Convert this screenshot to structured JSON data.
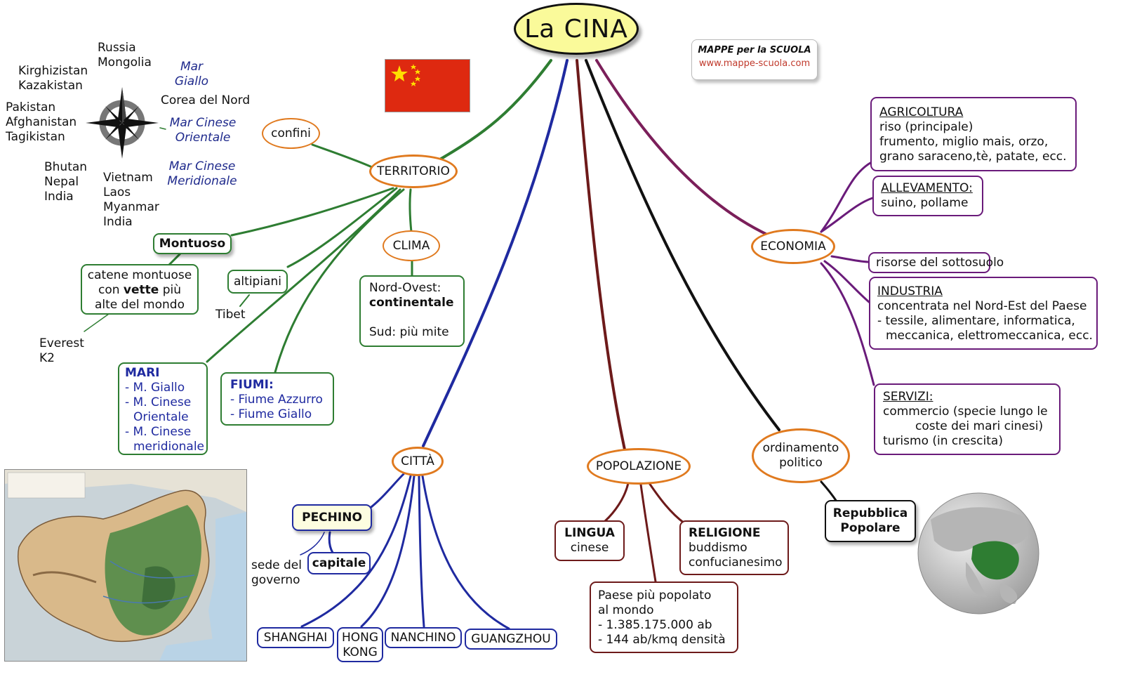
{
  "title": "La CINA",
  "brand": {
    "line1": "MAPPE per la SCUOLA",
    "line2": "www.mappe-scuola.com"
  },
  "colors": {
    "territorio": "#2e7d32",
    "economia": "#7b1f5a",
    "citta": "#1f2aa0",
    "popolazione": "#6d1a1a",
    "ordinamento": "#111111",
    "node_border": "#e07a1f",
    "title_fill": "#fafa9a"
  },
  "icons": [
    "compass-rose-icon",
    "china-flag",
    "china-map",
    "globe-china"
  ],
  "territorio": {
    "label": "TERRITORIO",
    "confini": {
      "label": "confini",
      "north": [
        "Russia",
        "Mongolia"
      ],
      "northwest": [
        "Kirghizistan",
        "Kazakistan"
      ],
      "west": [
        "Pakistan",
        "Afghanistan",
        "Tagikistan"
      ],
      "southwest": [
        "Bhutan",
        "Nepal",
        "India"
      ],
      "south": [
        "Vietnam",
        "Laos",
        "Myanmar",
        "India"
      ],
      "east": [
        "Corea del Nord"
      ],
      "seas": [
        {
          "line1": "Mar",
          "line2": "Giallo"
        },
        {
          "line1": "Mar Cinese",
          "line2": "Orientale"
        },
        {
          "line1": "Mar Cinese",
          "line2": "Meridionale"
        }
      ]
    },
    "montuoso": {
      "label": "Montuoso",
      "desc_1": "catene montuose",
      "desc_2a": "con ",
      "desc_2b": "vette",
      "desc_2c": " più",
      "desc_3": "alte del mondo",
      "peaks": [
        "Everest",
        "K2"
      ]
    },
    "altipiani": {
      "label": "altipiani",
      "example": "Tibet"
    },
    "clima": {
      "label": "CLIMA",
      "line1": "Nord-Ovest:",
      "line2": "continentale",
      "line3": "Sud: più mite"
    },
    "mari": {
      "heading": "MARI",
      "items": [
        "- M. Giallo",
        "- M. Cinese",
        "Orientale",
        "- M. Cinese",
        "meridionale"
      ]
    },
    "fiumi": {
      "heading": "FIUMI:",
      "items": [
        "- Fiume Azzurro",
        "- Fiume Giallo"
      ]
    }
  },
  "economia": {
    "label": "ECONOMIA",
    "agricoltura": {
      "heading": "AGRICOLTURA",
      "lines": [
        "riso (principale)",
        "frumento, miglio mais, orzo,",
        "grano saraceno,tè, patate, ecc."
      ]
    },
    "allevamento": {
      "heading": "ALLEVAMENTO:",
      "lines": [
        "suino, pollame"
      ]
    },
    "risorse": "risorse del sottosuolo",
    "industria": {
      "heading": "INDUSTRIA",
      "lines": [
        "concentrata nel Nord-Est del Paese",
        "- tessile, alimentare, informatica,",
        "meccanica, elettromeccanica, ecc."
      ]
    },
    "servizi": {
      "heading": "SERVIZI:",
      "lines": [
        "commercio (specie lungo le",
        "coste dei mari cinesi)",
        "turismo (in crescita)"
      ]
    }
  },
  "citta": {
    "label": "CITTÀ",
    "pechino": "PECHINO",
    "capitale": "capitale",
    "sede": [
      "sede del",
      "governo"
    ],
    "cities": [
      "SHANGHAI",
      "HONG",
      "KONG",
      "NANCHINO",
      "GUANGZHOU"
    ]
  },
  "popolazione": {
    "label": "POPOLAZIONE",
    "lingua": {
      "heading": "LINGUA",
      "value": "cinese"
    },
    "religione": {
      "heading": "RELIGIONE",
      "values": [
        "buddismo",
        "confucianesimo"
      ]
    },
    "dati": [
      "Paese più popolato",
      "al mondo",
      "- 1.385.175.000 ab",
      "- 144 ab/kmq densità"
    ]
  },
  "ordinamento": {
    "label_1": "ordinamento",
    "label_2": "politico",
    "value_1": "Repubblica",
    "value_2": "Popolare"
  }
}
